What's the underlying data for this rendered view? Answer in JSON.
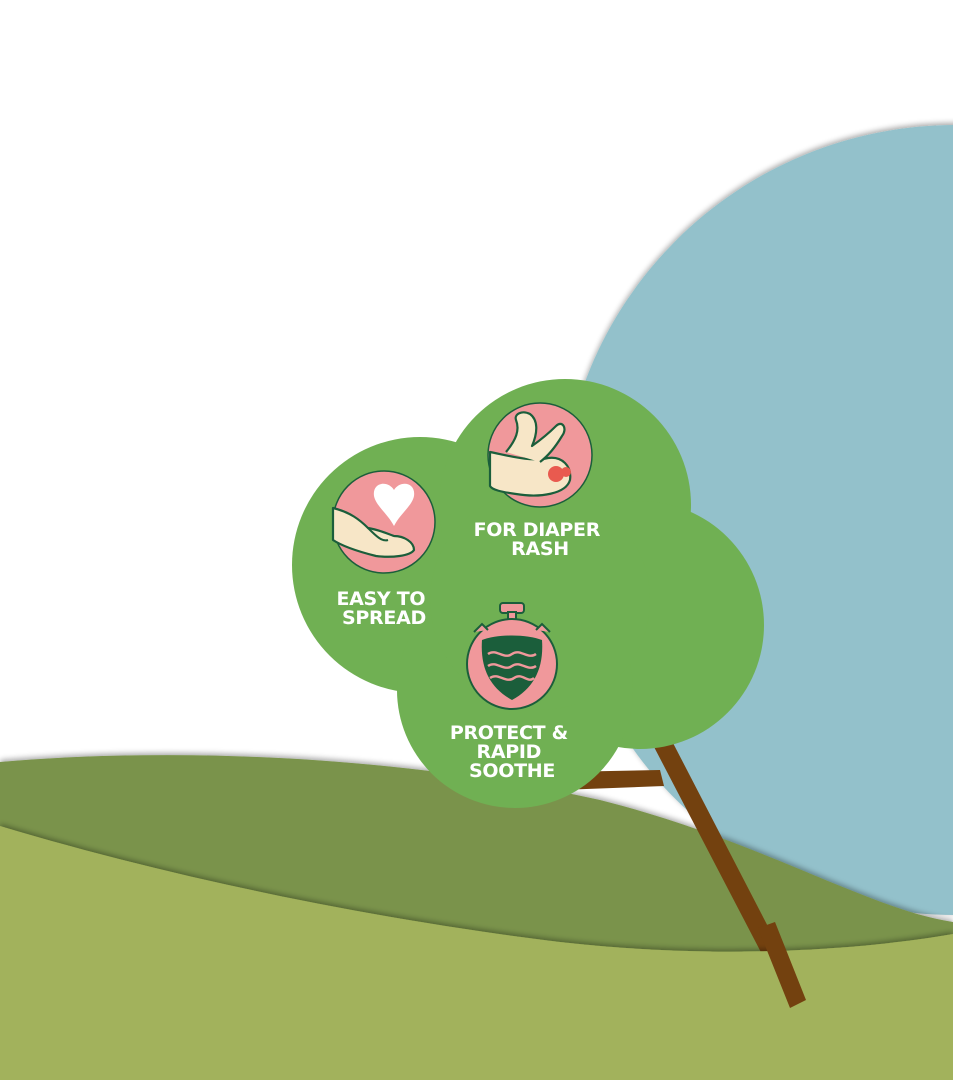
{
  "features": [
    {
      "name": "easy-to-spread",
      "icon": "hand-heart-icon",
      "lines": [
        "EASY TO",
        "SPREAD"
      ]
    },
    {
      "name": "for-diaper-rash",
      "icon": "baby-legs-diaper-icon",
      "lines": [
        "FOR DIAPER",
        "RASH"
      ]
    },
    {
      "name": "protect-rapid-soothe",
      "icon": "stopwatch-shield-icon",
      "lines": [
        "PROTECT &",
        "RAPID",
        "SOOTHE"
      ]
    }
  ],
  "colors": {
    "sky_circle": "#93c1cb",
    "back_hill": "#7a934c",
    "front_hill": "#a2b25b",
    "tree_foliage": "#70b053",
    "tree_trunk": "#73410f",
    "icon_fill": "#f0989b",
    "icon_stroke": "#1b5e3b",
    "skin": "#f7e6c7",
    "heart": "#ffffff"
  }
}
